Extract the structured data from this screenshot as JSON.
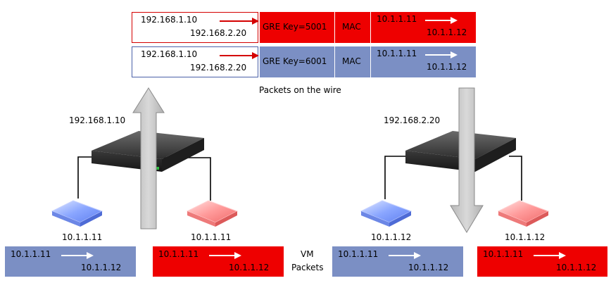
{
  "packets_on_wire": {
    "caption": "Packets on the wire",
    "rows": [
      {
        "outer_src": "192.168.1.10",
        "outer_dst": "192.168.2.20",
        "gre": "GRE Key=5001",
        "mac": "MAC",
        "inner_src": "10.1.1.11",
        "inner_dst": "10.1.1.12",
        "color": "#ee0000"
      },
      {
        "outer_src": "192.168.1.10",
        "outer_dst": "192.168.2.20",
        "gre": "GRE Key=6001",
        "mac": "MAC",
        "inner_src": "10.1.1.11",
        "inner_dst": "10.1.1.12",
        "color": "#7b8fc4"
      }
    ]
  },
  "hosts": {
    "left": {
      "ip": "192.168.1.10"
    },
    "right": {
      "ip": "192.168.2.20"
    }
  },
  "vms": {
    "left_blue": {
      "ip": "10.1.1.11",
      "color": "#7b8fc4"
    },
    "left_red": {
      "ip": "10.1.1.11",
      "color": "#ee0000"
    },
    "right_blue": {
      "ip": "10.1.1.12",
      "color": "#7b8fc4"
    },
    "right_red": {
      "ip": "10.1.1.12",
      "color": "#ee0000"
    }
  },
  "vm_packets": {
    "caption_line1": "VM",
    "caption_line2": "Packets",
    "items": [
      {
        "src": "10.1.1.11",
        "dst": "10.1.1.12",
        "color": "#7b8fc4"
      },
      {
        "src": "10.1.1.11",
        "dst": "10.1.1.12",
        "color": "#ee0000"
      },
      {
        "src": "10.1.1.11",
        "dst": "10.1.1.12",
        "color": "#7b8fc4"
      },
      {
        "src": "10.1.1.11",
        "dst": "10.1.1.12",
        "color": "#ee0000"
      }
    ]
  }
}
